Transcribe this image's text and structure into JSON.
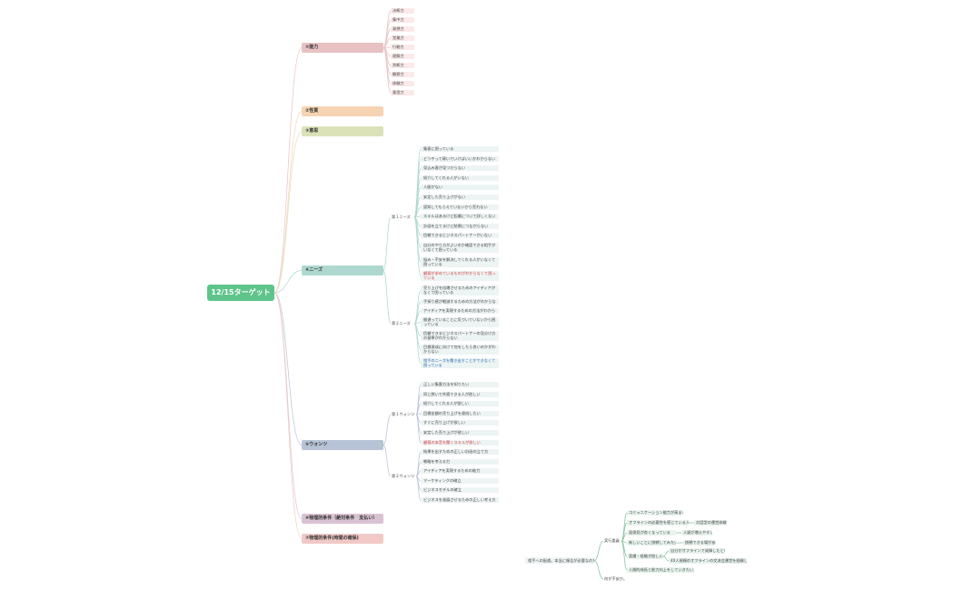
{
  "root": "12/15ターゲット",
  "branches": {
    "b1": "①能力",
    "b2": "②性質",
    "b3": "③意思",
    "b4": "④ニーズ",
    "b5": "⑤ウォンツ",
    "b6": "⑥物理的条件（絶対条件　支払い）",
    "b7": "⑦物理的条件(時間の確保)"
  },
  "ability_items": [
    "決断力",
    "集中力",
    "発想力",
    "営業力",
    "行動力",
    "理解力",
    "判断力",
    "観察力",
    "体験力",
    "意思力"
  ],
  "needs": {
    "first_label": "第１ニーズ",
    "first": [
      "集客に困っている",
      "どうやって稼いでいけばいいかわからない",
      "見込み客が見つからない",
      "紹介してくれる人がいない",
      "人脈がない",
      "安定した売り上げがない",
      "認知してもらえていないから売れない",
      "スキルはあるけど起業について詳しくない",
      "計画を立てるけど結果につながらない",
      "信頼できるビジネスパートナーがいない",
      "自分のやり方がよいのか確認できる相手がいなくて困っている",
      "悩み・不安を解決してくれる人がいなくて困っている",
      "顧客が求めているものがわからなくて困っている"
    ],
    "second_label": "第２ニーズ",
    "second": [
      "売り上げを倍増させるためのアイディアがなくて困っている",
      "手探り感が軽減するための方法がわからない",
      "アイディアを実現するための方法がわからない",
      "間違っていることに気づいていないから困っている",
      "信頼できるビジネスパートナーの見分け方の基準がわからない",
      "目標達成に向けて何をしたら良いのかがわからない",
      "相手のニーズを聞き出すことができなくて困っている"
    ]
  },
  "wants": {
    "first_label": "第１ウォンツ",
    "first": [
      "正しい集客方法を知りたい",
      "同じ想いで共感できる人が欲しい",
      "紹介してくれる人が欲しい",
      "目標金額の売り上げを達成したい",
      "すぐに売り上げが欲しい",
      "安定した売り上げが欲しい",
      "顧客の本音を聞くスキルが欲しい"
    ],
    "second_label": "第２ウォンツ",
    "second": [
      "結果を出すための正しい計画の立て方",
      "戦略を考える力",
      "アイディアを実現するための能力",
      "マーケティングの確立",
      "ビジネスモデルの確立",
      "ビジネスを発展させるための正しい考え方"
    ]
  },
  "side": {
    "question": "相手への配慮。本当に報告が必要なのか。",
    "exec": "実行委員",
    "sub1": "コミュニケーション能力が高まる",
    "sub2": "オフラインの必要性を感じている人",
    "sub2a": "対話型の運営体験",
    "sub3": "面倒見が良くなっている",
    "sub3a": "人脈が増えやすい",
    "sub4": "新しいことに挑戦してみたい",
    "sub4a": "挑戦できる場がある",
    "sub5": "実績・経験が欲しい",
    "sub5a": "自分がオフラインで発揮したという",
    "sub5b": "40人規模のオフラインの交流会運営を経験した",
    "sub6": "人間的成長と能力向上をしていきたい人",
    "sub7": "何が不安か。"
  },
  "colors": {
    "root": "#5fc48a",
    "b1": "#e8c1c4",
    "b2": "#f6d4b3",
    "b3": "#dbe2b8",
    "b4": "#aed8cf",
    "b5": "#b7c3d6",
    "b6": "#d9c3d2",
    "b7": "#f1c9c6",
    "leaf": "#edf4f4"
  }
}
